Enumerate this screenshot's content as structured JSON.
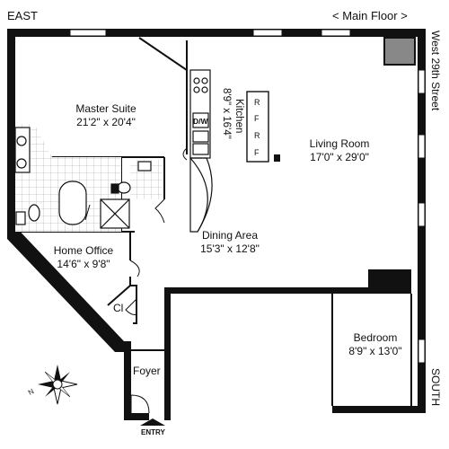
{
  "header": {
    "left": "EAST",
    "right": "< Main Floor >"
  },
  "streets": {
    "west": "West 29th Street",
    "south": "SOUTH"
  },
  "rooms": {
    "master_suite": {
      "name": "Master Suite",
      "dims": "21'2\" x 20'4\""
    },
    "kitchen": {
      "name": "Kitchen",
      "dims": "8'9\" x 16'4\""
    },
    "living_room": {
      "name": "Living Room",
      "dims": "17'0\" x 29'0\""
    },
    "dining_area": {
      "name": "Dining Area",
      "dims": "15'3\" x 12'8\""
    },
    "home_office": {
      "name": "Home Office",
      "dims": "14'6\" x 9'8\""
    },
    "closet": {
      "name": "Cl"
    },
    "bedroom": {
      "name": "Bedroom",
      "dims": "8'9\" x 13'0\""
    },
    "foyer": {
      "name": "Foyer"
    }
  },
  "fixtures": {
    "dishwasher": "D/W",
    "island": [
      "R",
      "F",
      "R",
      "F"
    ]
  },
  "entry": "ENTRY",
  "compass": {
    "north": "N"
  }
}
